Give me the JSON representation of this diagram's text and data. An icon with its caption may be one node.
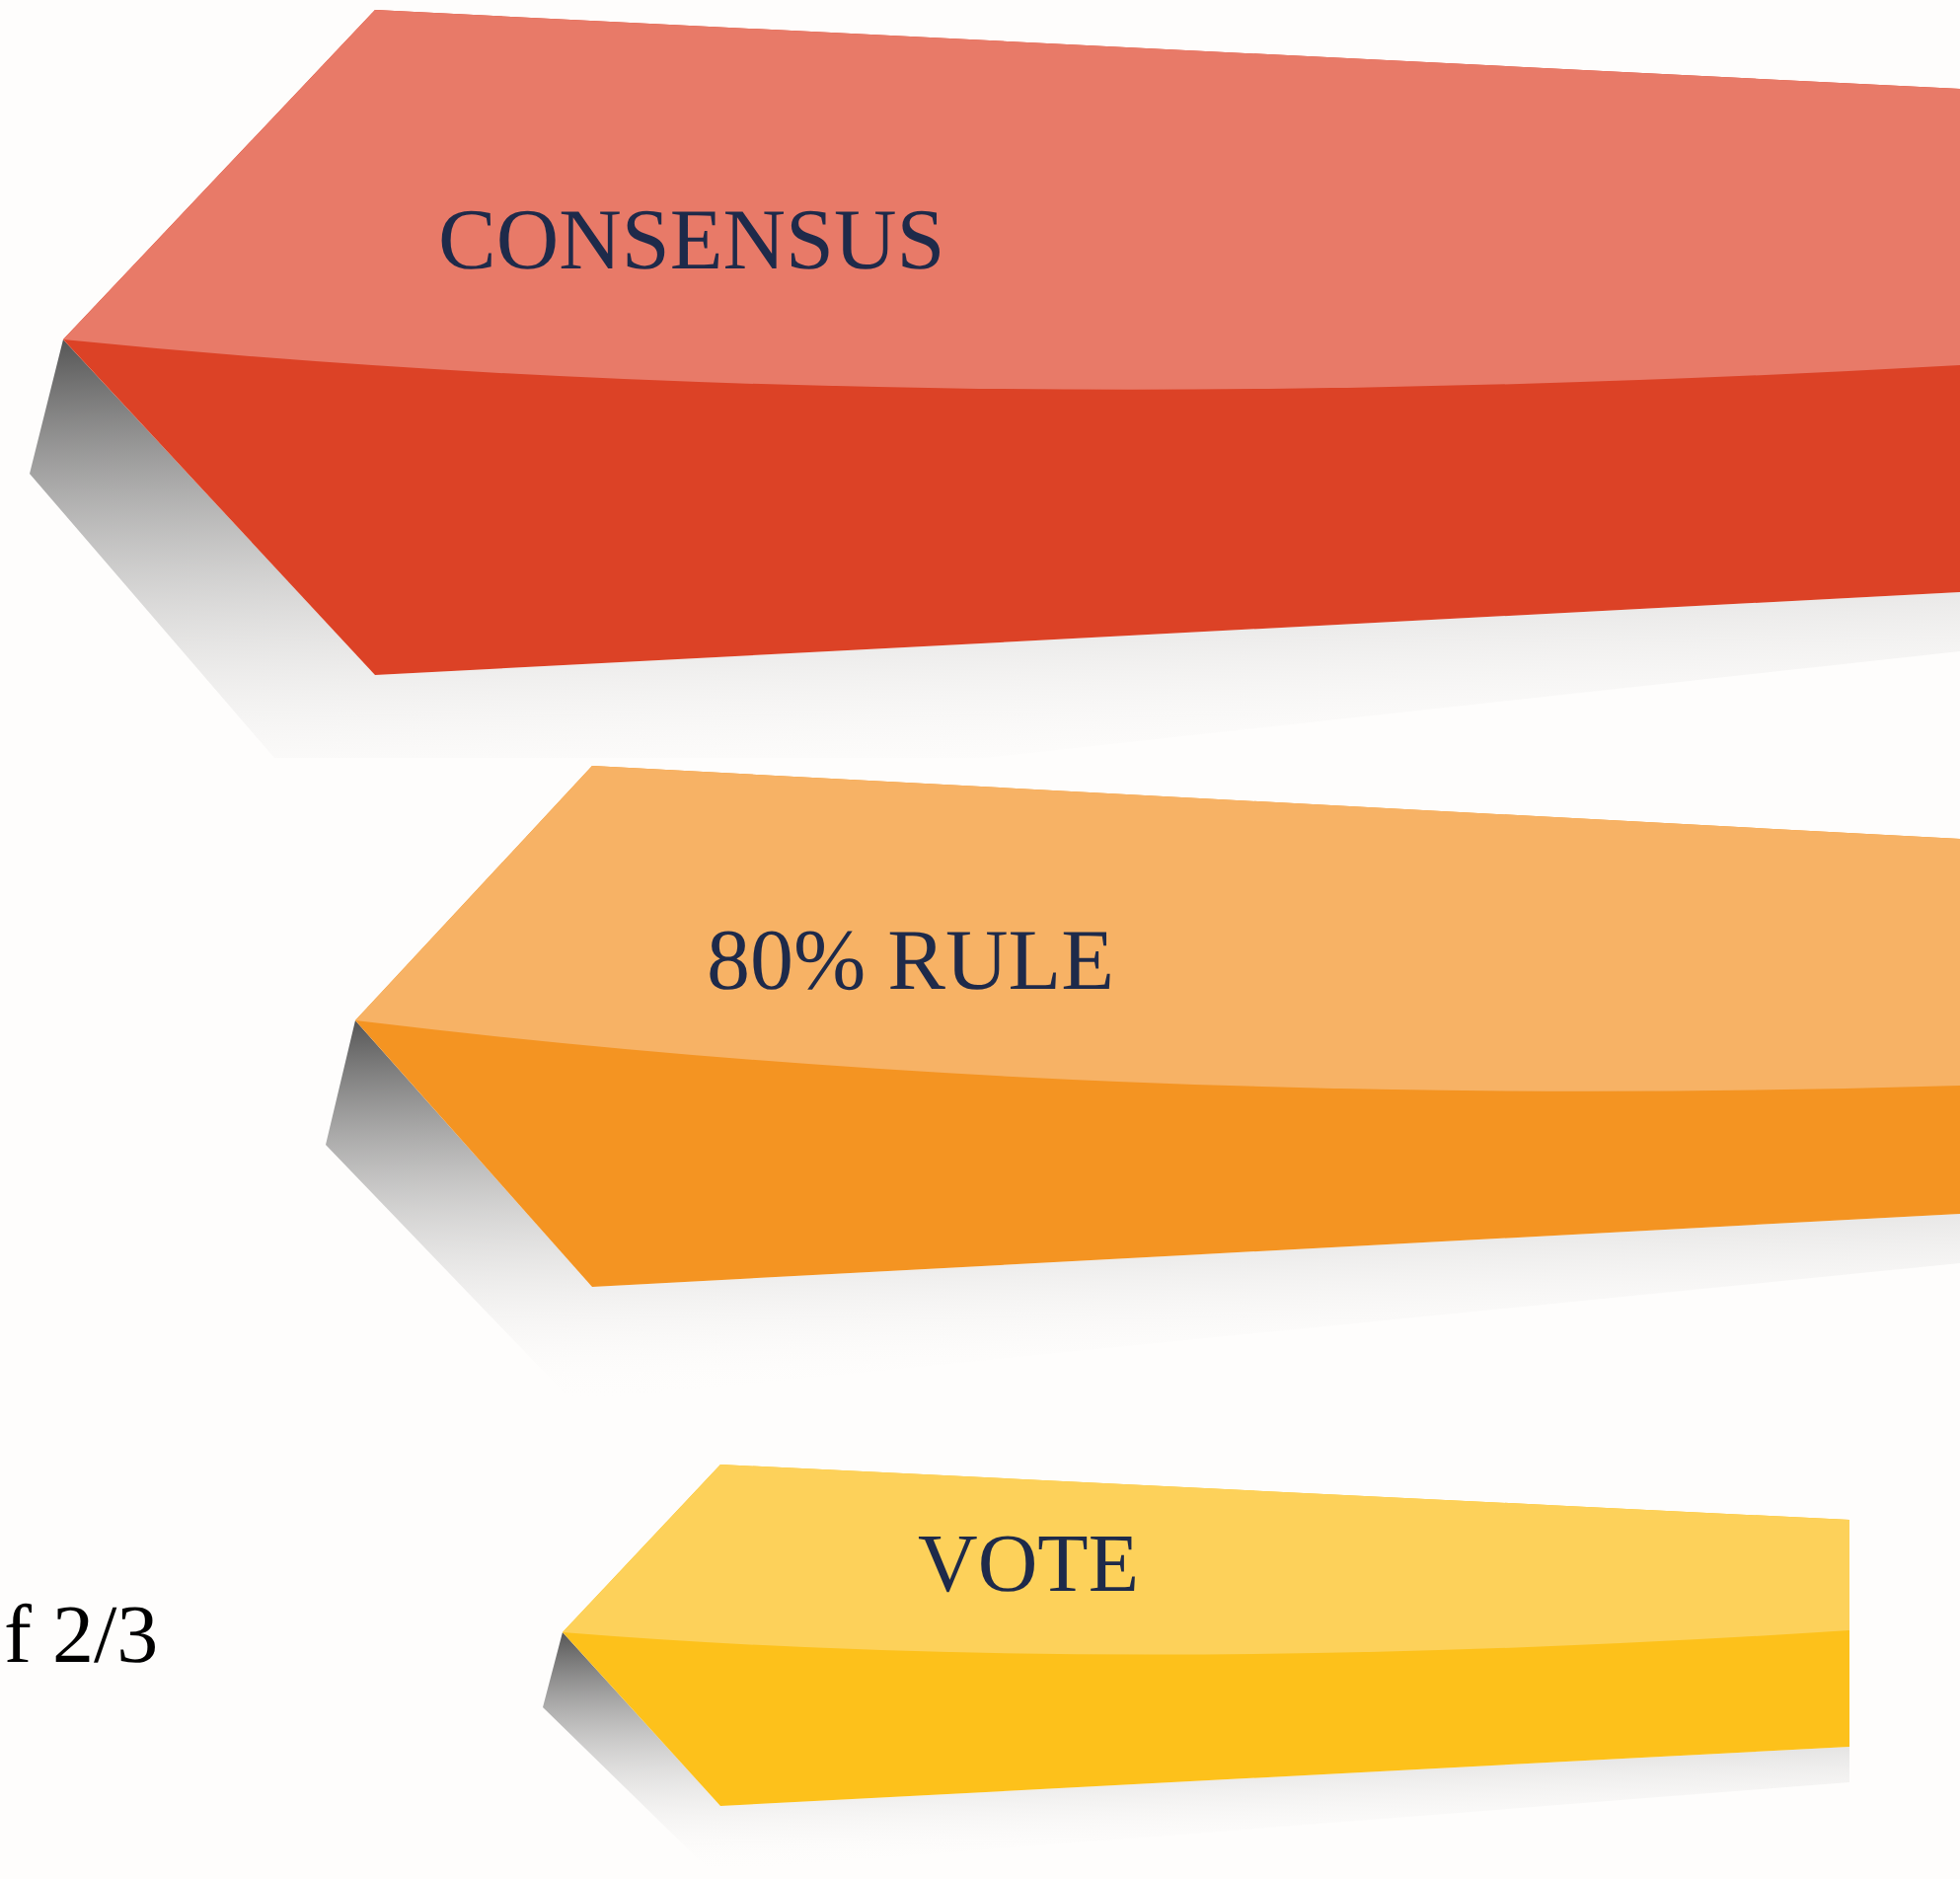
{
  "diagram": {
    "nodes": [
      {
        "text": [
          "CONSENSUS"
        ]
      },
      {
        "text": [
          "80% RULE"
        ]
      },
      {
        "text": [
          "VOTE"
        ]
      }
    ],
    "labels": [
      "f 2/3"
    ]
  }
}
